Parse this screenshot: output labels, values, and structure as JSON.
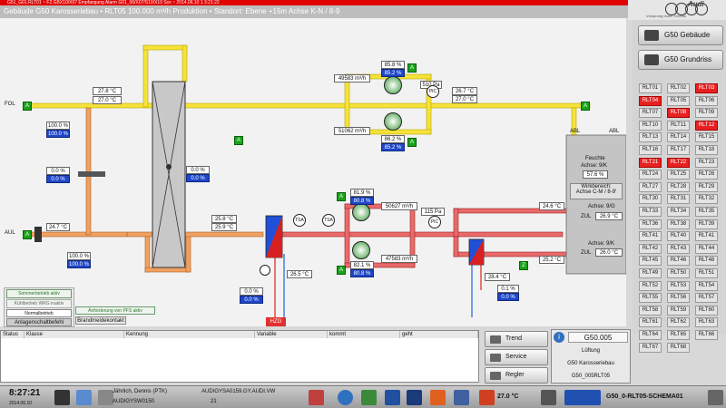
{
  "alarm_bar": {
    "text": "G51_G01.RLT01 ~ F2.GBX10/X07 Empfangung Alarm G01_00/X07/S10/X10 Sxx ~ 2014.06.10 1 3:21:22"
  },
  "title_bar": {
    "text": "Gebäude G50 Karosseriebau • RLT05 100.000 m³/h Produktion • Standort: Ebene +15m Achse K-N / 8-9"
  },
  "brand": {
    "name": "Audi",
    "claim": "Vorsprung durch Technik"
  },
  "schema": {
    "fol_label": "FOL",
    "aul_label": "AUL",
    "abl_left": "ABL",
    "abl_right": "ABL",
    "zul_upper": "ZUL",
    "zul_lower": "ZUL",
    "supply_temp_1": "27.8 °C",
    "supply_temp_2": "27.0 °C",
    "exhaust_damper_pct": "100.0 %",
    "exhaust_damper_fb": "100.0 %",
    "bypass_pct": "0.0 %",
    "bypass_fb": "0.0 %",
    "outside_temp": "24.7 °C",
    "outside_damper_pct": "100.0 %",
    "outside_damper_fb": "100.0 %",
    "hx_bypass_pct": "0.0 %",
    "hx_bypass_fb": "0.0 %",
    "after_hx_temp_1": "25.8 °C",
    "after_hx_temp_2": "25.9 °C",
    "exhaust_flow": "49583 m³/h",
    "exhaust_fan_1": "85.8 %",
    "exhaust_fan_1_fb": "85.2 %",
    "exhaust_fan_2": "86.2 %",
    "exhaust_fan_2_fb": "85.2 %",
    "exhaust_flow_2": "51062 m³/h",
    "exhaust_pressure": "510 Pa",
    "exhaust_temp_1": "26.7 °C",
    "exhaust_temp_2": "27.0 °C",
    "supply_fan_1": "81.9 %",
    "supply_fan_1_fb": "80.8 %",
    "supply_fan_2": "82.1 %",
    "supply_fan_2_fb": "80.8 %",
    "supply_flow_1": "50627 m³/h",
    "supply_flow_2": "47583 m³/h",
    "supply_pressure": "115 Pa",
    "zul_temp_1": "24.6 °C",
    "zul_temp_2": "25.2 °C",
    "heating_valve": "0.0 %",
    "heating_valve_fb": "0.0 %",
    "heating_temp": "26.5 °C",
    "cooling_temp": "28.4 °C",
    "cooling_valve": "0.1 %",
    "cooling_valve_fb": "0.0 %",
    "heating_label": "HZG",
    "room": {
      "feuchte_title": "Feuchte",
      "feuchte_axis": "Achse: 9/K",
      "feuchte_value": "57.6 %",
      "wirk_title": "Wirkbereich:",
      "wirk_axis": "Achse C-M / 8-9'",
      "zul_9g_label": "Achse: 9/G",
      "zul_9g_value": "26.9 °C",
      "zul_9k_label": "Achse: 9/K",
      "zul_9k_value": "26.0 °C"
    },
    "sensor_tsa": "TSA",
    "sensor_pic": "PIC"
  },
  "legend": {
    "sommer": "Sommerbetrieb aktiv",
    "kuehl": "Kühlbetrieb WRG inaktiv",
    "normal": "Normalbetrieb",
    "anlage": "Anlagenschaltbefehl",
    "anforderung": "Anforderung von PFS aktiv",
    "brandmelde": "Brandmeldekontakt"
  },
  "nav": {
    "gebaeude": "G50 Gebäude",
    "grundriss": "G50 Grundriss"
  },
  "rlt_units": [
    {
      "label": "RLT01",
      "alarm": false
    },
    {
      "label": "RLT02",
      "alarm": false
    },
    {
      "label": "RLT03",
      "alarm": true
    },
    {
      "label": "RLT04",
      "alarm": true
    },
    {
      "label": "RLT05",
      "alarm": false
    },
    {
      "label": "RLT06",
      "alarm": false
    },
    {
      "label": "RLT07",
      "alarm": false
    },
    {
      "label": "RLT08",
      "alarm": true
    },
    {
      "label": "RLT09",
      "alarm": false
    },
    {
      "label": "RLT10",
      "alarm": false
    },
    {
      "label": "RLT11",
      "alarm": false
    },
    {
      "label": "RLT12",
      "alarm": true
    },
    {
      "label": "RLT13",
      "alarm": false
    },
    {
      "label": "RLT14",
      "alarm": false
    },
    {
      "label": "RLT15",
      "alarm": false
    },
    {
      "label": "RLT16",
      "alarm": false
    },
    {
      "label": "RLT17",
      "alarm": false
    },
    {
      "label": "RLT18",
      "alarm": false
    },
    {
      "label": "RLT21",
      "alarm": true
    },
    {
      "label": "RLT22",
      "alarm": true
    },
    {
      "label": "RLT23",
      "alarm": false
    },
    {
      "label": "RLT24",
      "alarm": false
    },
    {
      "label": "RLT25",
      "alarm": false
    },
    {
      "label": "RLT26",
      "alarm": false
    },
    {
      "label": "RLT27",
      "alarm": false
    },
    {
      "label": "RLT28",
      "alarm": false
    },
    {
      "label": "RLT29",
      "alarm": false
    },
    {
      "label": "RLT30",
      "alarm": false
    },
    {
      "label": "RLT31",
      "alarm": false
    },
    {
      "label": "RLT32",
      "alarm": false
    },
    {
      "label": "RLT33",
      "alarm": false
    },
    {
      "label": "RLT34",
      "alarm": false
    },
    {
      "label": "RLT35",
      "alarm": false
    },
    {
      "label": "RLT36",
      "alarm": false
    },
    {
      "label": "RLT38",
      "alarm": false
    },
    {
      "label": "RLT39",
      "alarm": false
    },
    {
      "label": "RLT41",
      "alarm": false
    },
    {
      "label": "RLT40",
      "alarm": false
    },
    {
      "label": "RLT41",
      "alarm": false
    },
    {
      "label": "RLT42",
      "alarm": false
    },
    {
      "label": "RLT43",
      "alarm": false
    },
    {
      "label": "RLT44",
      "alarm": false
    },
    {
      "label": "RLT45",
      "alarm": false
    },
    {
      "label": "RLT46",
      "alarm": false
    },
    {
      "label": "RLT48",
      "alarm": false
    },
    {
      "label": "RLT49",
      "alarm": false
    },
    {
      "label": "RLT50",
      "alarm": false
    },
    {
      "label": "RLT51",
      "alarm": false
    },
    {
      "label": "RLT52",
      "alarm": false
    },
    {
      "label": "RLT53",
      "alarm": false
    },
    {
      "label": "RLT54",
      "alarm": false
    },
    {
      "label": "RLT55",
      "alarm": false
    },
    {
      "label": "RLT56",
      "alarm": false
    },
    {
      "label": "RLT57",
      "alarm": false
    },
    {
      "label": "RLT58",
      "alarm": false
    },
    {
      "label": "RLT59",
      "alarm": false
    },
    {
      "label": "RLT60",
      "alarm": false
    },
    {
      "label": "RLT61",
      "alarm": false
    },
    {
      "label": "RLT62",
      "alarm": false
    },
    {
      "label": "RLT63",
      "alarm": false
    },
    {
      "label": "RLT64",
      "alarm": false
    },
    {
      "label": "RLT65",
      "alarm": false
    },
    {
      "label": "RLT66",
      "alarm": false
    },
    {
      "label": "RLT67",
      "alarm": false
    },
    {
      "label": "RLT68",
      "alarm": false
    }
  ],
  "messages": {
    "columns": [
      "Status",
      "Klasse",
      "Kennung",
      "Variable",
      "kommt",
      "geht"
    ]
  },
  "actions": {
    "trend": "Trend",
    "service": "Service",
    "regler": "Regler"
  },
  "info": {
    "code": "G50.005",
    "type": "Lüftung",
    "building": "G50 Karosseriebau",
    "id": "G50_005RLT05"
  },
  "taskbar": {
    "time": "8:27:21",
    "date": "2014.06.10",
    "user_name": "Jährlich, Dennis (PTK)",
    "station": "AUDIGYSW0150",
    "server": "AUDIGYSA0159.GY.AUDI.VW",
    "count": "21",
    "outside_temp": "27.0 °C",
    "screen_name": "G50_0-RLT05-SCHEMA01"
  }
}
